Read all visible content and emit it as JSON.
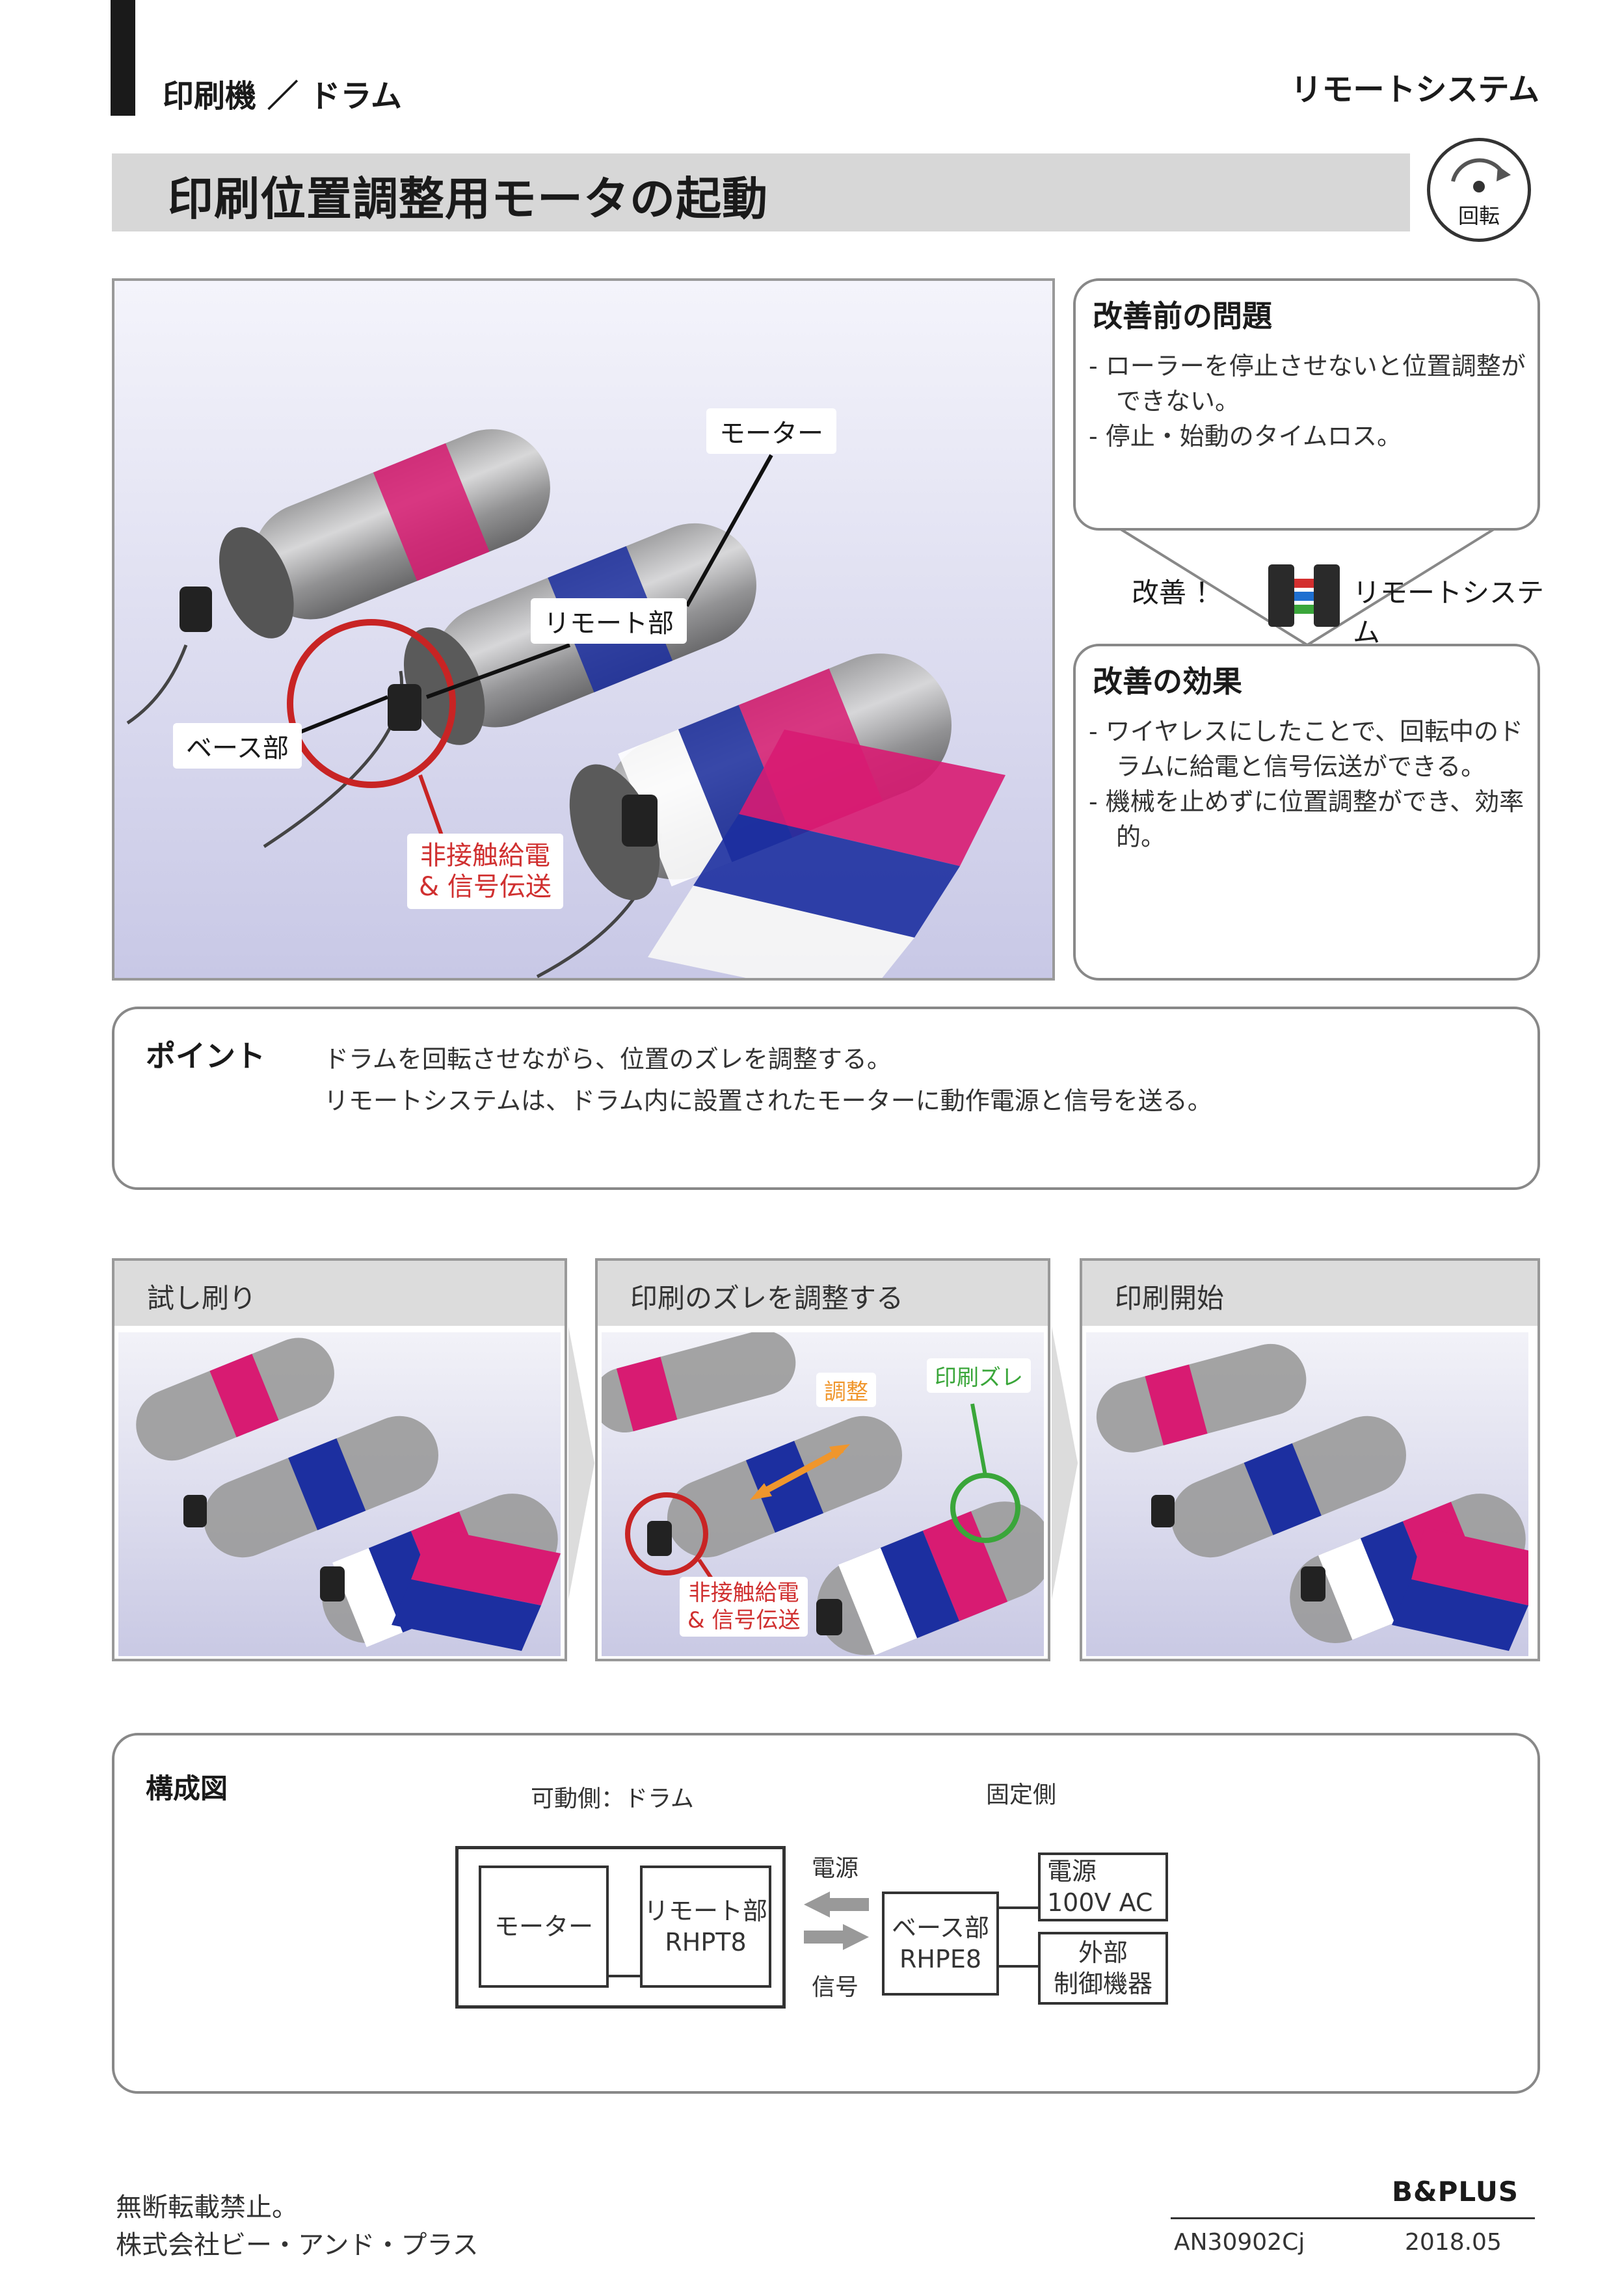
{
  "header": {
    "category": "印刷機 ／ ドラム",
    "product": "リモートシステム"
  },
  "title": "印刷位置調整用モータの起動",
  "badge": {
    "label": "回転",
    "icon": "rotation-icon"
  },
  "hero": {
    "callouts": {
      "motor": "モーター",
      "remote": "リモート部",
      "base": "ベース部",
      "contactless_line1": "非接触給電",
      "contactless_line2": "& 信号伝送"
    }
  },
  "problem": {
    "title": "改善前の問題",
    "items": [
      "ローラーを停止させないと位置調整ができない。",
      "停止・始動のタイムロス。"
    ]
  },
  "improvement": {
    "label": "改善 ！",
    "system": "リモートシステム"
  },
  "effect": {
    "title": "改善の効果",
    "items": [
      "ワイヤレスにしたことで、回転中のドラムに給電と信号伝送ができる。",
      "機械を止めずに位置調整ができ、効率的。"
    ]
  },
  "point": {
    "title": "ポイント",
    "line1": "ドラムを回転させながら、位置のズレを調整する。",
    "line2": "リモートシステムは、ドラム内に設置されたモーターに動作電源と信号を送る。"
  },
  "steps": [
    {
      "title": "試し刷り"
    },
    {
      "title": "印刷のズレを調整する",
      "adjust": "調整",
      "misprint": "印刷ズレ",
      "contactless_line1": "非接触給電",
      "contactless_line2": "& 信号伝送"
    },
    {
      "title": "印刷開始"
    }
  ],
  "structure": {
    "title": "構成図",
    "movable_side": "可動側：ドラム",
    "fixed_side": "固定側",
    "motor": "モーター",
    "remote_line1": "リモート部",
    "remote_line2": "RHPT8",
    "base_line1": "ベース部",
    "base_line2": "RHPE8",
    "power_label": "電源",
    "signal_label": "信号",
    "power_box_line1": "電源",
    "power_box_line2": "100V AC",
    "ext_line1": "外部",
    "ext_line2": "制御機器"
  },
  "footer": {
    "no_reprint": "無断転載禁止。",
    "company": "株式会社ビー・アンド・プラス",
    "logo": "B&PLUS",
    "doc_no": "AN30902Cj",
    "date": "2018.05"
  },
  "colors": {
    "magenta": "#d81b72",
    "blue": "#1c2fa0",
    "red_callout": "#d03030",
    "green_callout": "#3aa63a",
    "orange_arrow": "#f0962c"
  }
}
